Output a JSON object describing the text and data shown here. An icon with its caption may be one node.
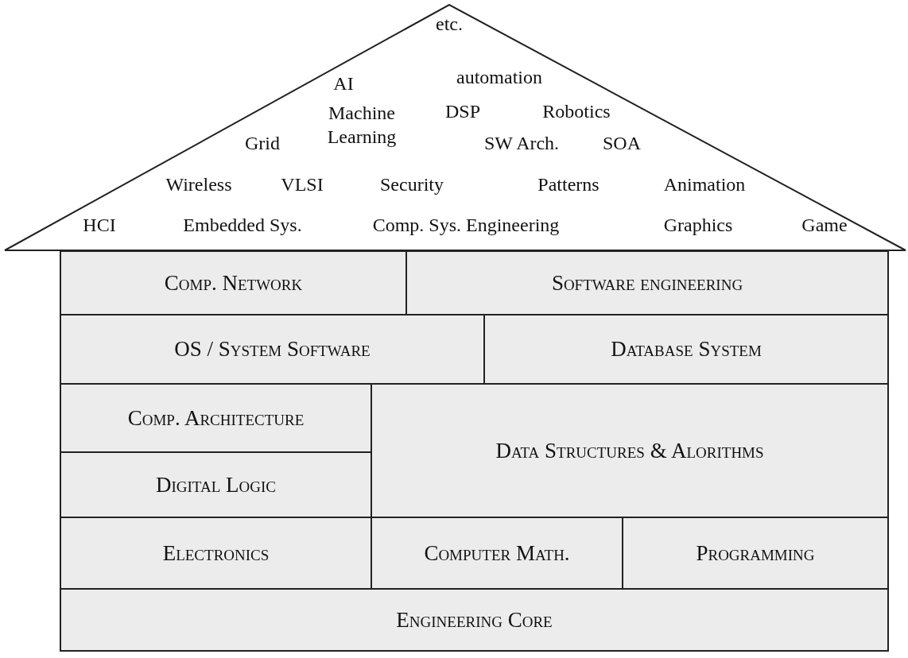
{
  "diagram": {
    "nodes": [
      {
        "text": [
          "etc.",
          "automation",
          "AI",
          "Machine Learning",
          "DSP",
          "Robotics",
          "Grid",
          "SW Arch.",
          "SOA",
          "Wireless",
          "VLSI",
          "Security",
          "Patterns",
          "Animation",
          "HCI",
          "Embedded Sys.",
          "Comp. Sys. Engineering",
          "Graphics",
          "Game"
        ]
      },
      {
        "text": [
          "Comp. Network"
        ]
      },
      {
        "text": [
          "Software engineering"
        ]
      },
      {
        "text": [
          "OS / System Software"
        ]
      },
      {
        "text": [
          "Database System"
        ]
      },
      {
        "text": [
          "Comp. Architecture"
        ]
      },
      {
        "text": [
          "Data Structures & Alorithms"
        ]
      },
      {
        "text": [
          "Digital Logic"
        ]
      },
      {
        "text": [
          "Electronics"
        ]
      },
      {
        "text": [
          "Computer Math."
        ]
      },
      {
        "text": [
          "Programming"
        ]
      },
      {
        "text": [
          "Engineering Core"
        ]
      }
    ],
    "edges": []
  }
}
